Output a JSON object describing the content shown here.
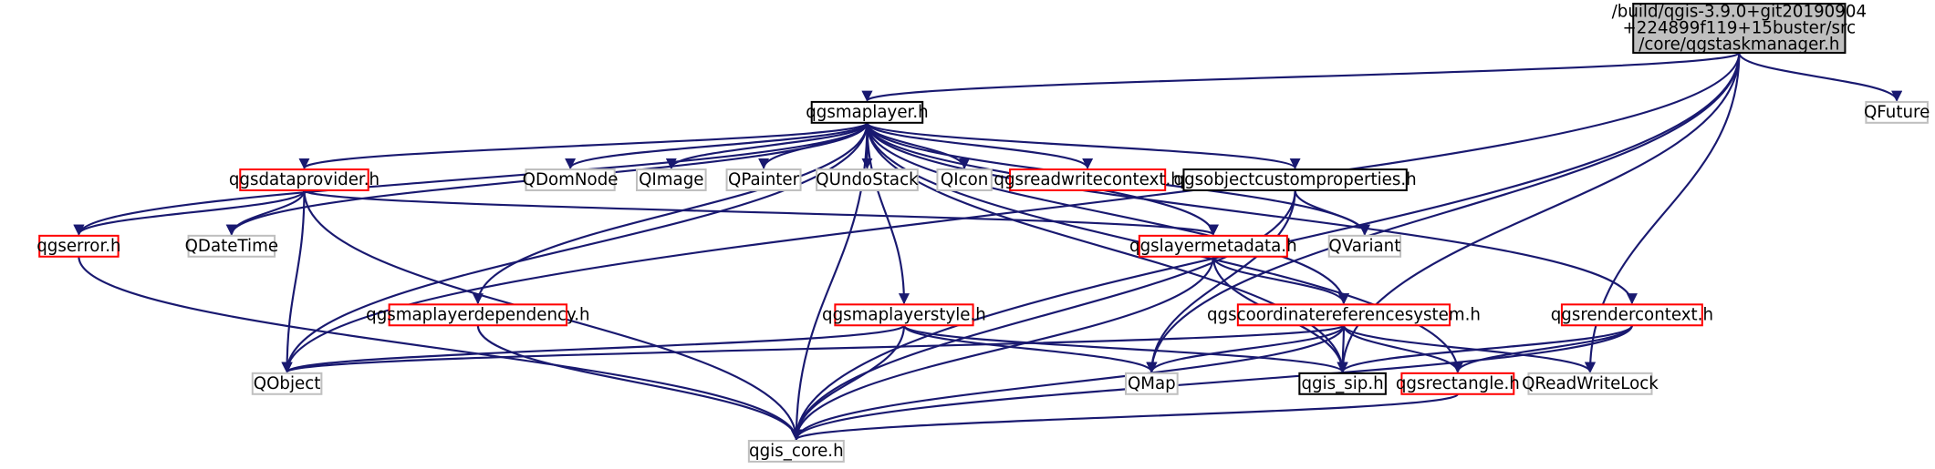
{
  "colors": {
    "edge": "#191970",
    "root_fill": "#bfbfbf",
    "border_focus": "#000000",
    "border_linked": "#ff0000",
    "border_external": "#bfbfbf",
    "text": "#000000"
  },
  "nodes": [
    {
      "id": "root",
      "style": "root",
      "lines": [
        "/build/qgis-3.9.0+git20190904",
        "+224899f119+15buster/src",
        "/core/qgstaskmanager.h"
      ]
    },
    {
      "id": "qgsmaplayer",
      "style": "focus",
      "lines": [
        "qgsmaplayer.h"
      ]
    },
    {
      "id": "qfuture",
      "style": "external",
      "lines": [
        "QFuture"
      ]
    },
    {
      "id": "qgsdataprovider",
      "style": "linked",
      "lines": [
        "qgsdataprovider.h"
      ]
    },
    {
      "id": "qdomnode",
      "style": "external",
      "lines": [
        "QDomNode"
      ]
    },
    {
      "id": "qimage",
      "style": "external",
      "lines": [
        "QImage"
      ]
    },
    {
      "id": "qpainter",
      "style": "external",
      "lines": [
        "QPainter"
      ]
    },
    {
      "id": "qundostack",
      "style": "external",
      "lines": [
        "QUndoStack"
      ]
    },
    {
      "id": "qicon",
      "style": "external",
      "lines": [
        "QIcon"
      ]
    },
    {
      "id": "qgsreadwritecontext",
      "style": "linked",
      "lines": [
        "qgsreadwritecontext.h"
      ]
    },
    {
      "id": "qgsobjectcustomproperties",
      "style": "focus",
      "lines": [
        "qgsobjectcustomproperties.h"
      ]
    },
    {
      "id": "qgserror",
      "style": "linked",
      "lines": [
        "qgserror.h"
      ]
    },
    {
      "id": "qdatetime",
      "style": "external",
      "lines": [
        "QDateTime"
      ]
    },
    {
      "id": "qgslayermetadata",
      "style": "linked",
      "lines": [
        "qgslayermetadata.h"
      ]
    },
    {
      "id": "qvariant",
      "style": "external",
      "lines": [
        "QVariant"
      ]
    },
    {
      "id": "qgsmaplayerdependency",
      "style": "linked",
      "lines": [
        "qgsmaplayerdependency.h"
      ]
    },
    {
      "id": "qgsmaplayerstyle",
      "style": "linked",
      "lines": [
        "qgsmaplayerstyle.h"
      ]
    },
    {
      "id": "qgscoordinatereferencesystem",
      "style": "linked",
      "lines": [
        "qgscoordinatereferencesystem.h"
      ]
    },
    {
      "id": "qgsrendercontext",
      "style": "linked",
      "lines": [
        "qgsrendercontext.h"
      ]
    },
    {
      "id": "qobject",
      "style": "external",
      "lines": [
        "QObject"
      ]
    },
    {
      "id": "qmap",
      "style": "external",
      "lines": [
        "QMap"
      ]
    },
    {
      "id": "qgis_sip",
      "style": "focus",
      "lines": [
        "qgis_sip.h"
      ]
    },
    {
      "id": "qgsrectangle",
      "style": "linked",
      "lines": [
        "qgsrectangle.h"
      ]
    },
    {
      "id": "qreadwritelock",
      "style": "external",
      "lines": [
        "QReadWriteLock"
      ]
    },
    {
      "id": "qgis_core",
      "style": "external",
      "lines": [
        "qgis_core.h"
      ]
    }
  ],
  "edges": [
    [
      "root",
      "qgsmaplayer"
    ],
    [
      "root",
      "qfuture"
    ],
    [
      "root",
      "qobject"
    ],
    [
      "root",
      "qmap"
    ],
    [
      "root",
      "qgis_sip"
    ],
    [
      "root",
      "qreadwritelock"
    ],
    [
      "root",
      "qgis_core"
    ],
    [
      "qgsmaplayer",
      "qgsdataprovider"
    ],
    [
      "qgsmaplayer",
      "qdomnode"
    ],
    [
      "qgsmaplayer",
      "qimage"
    ],
    [
      "qgsmaplayer",
      "qpainter"
    ],
    [
      "qgsmaplayer",
      "qundostack"
    ],
    [
      "qgsmaplayer",
      "qicon"
    ],
    [
      "qgsmaplayer",
      "qgsreadwritecontext"
    ],
    [
      "qgsmaplayer",
      "qgsobjectcustomproperties"
    ],
    [
      "qgsmaplayer",
      "qgserror"
    ],
    [
      "qgsmaplayer",
      "qdatetime"
    ],
    [
      "qgsmaplayer",
      "qobject"
    ],
    [
      "qgsmaplayer",
      "qgsmaplayerdependency"
    ],
    [
      "qgsmaplayer",
      "qgsmaplayerstyle"
    ],
    [
      "qgsmaplayer",
      "qgis_core"
    ],
    [
      "qgsmaplayer",
      "qgslayermetadata"
    ],
    [
      "qgsmaplayer",
      "qvariant"
    ],
    [
      "qgsmaplayer",
      "qgscoordinatereferencesystem"
    ],
    [
      "qgsmaplayer",
      "qgis_sip"
    ],
    [
      "qgsmaplayer",
      "qgsrendercontext"
    ],
    [
      "qgsmaplayer",
      "qgsrectangle"
    ],
    [
      "qgsdataprovider",
      "qgserror"
    ],
    [
      "qgsdataprovider",
      "qdatetime"
    ],
    [
      "qgsdataprovider",
      "qobject"
    ],
    [
      "qgsdataprovider",
      "qgslayermetadata"
    ],
    [
      "qgsdataprovider",
      "qgis_core"
    ],
    [
      "qgsobjectcustomproperties",
      "qvariant"
    ],
    [
      "qgsobjectcustomproperties",
      "qmap"
    ],
    [
      "qgsobjectcustomproperties",
      "qgis_core"
    ],
    [
      "qgserror",
      "qgis_core"
    ],
    [
      "qgslayermetadata",
      "qgscoordinatereferencesystem"
    ],
    [
      "qgslayermetadata",
      "qgis_sip"
    ],
    [
      "qgslayermetadata",
      "qgis_core"
    ],
    [
      "qgsmaplayerdependency",
      "qgis_core"
    ],
    [
      "qgsmaplayerstyle",
      "qobject"
    ],
    [
      "qgsmaplayerstyle",
      "qmap"
    ],
    [
      "qgsmaplayerstyle",
      "qgis_sip"
    ],
    [
      "qgsmaplayerstyle",
      "qgis_core"
    ],
    [
      "qgscoordinatereferencesystem",
      "qobject"
    ],
    [
      "qgscoordinatereferencesystem",
      "qmap"
    ],
    [
      "qgscoordinatereferencesystem",
      "qgis_sip"
    ],
    [
      "qgscoordinatereferencesystem",
      "qgsrectangle"
    ],
    [
      "qgscoordinatereferencesystem",
      "qreadwritelock"
    ],
    [
      "qgscoordinatereferencesystem",
      "qgis_core"
    ],
    [
      "qgsrendercontext",
      "qgis_sip"
    ],
    [
      "qgsrendercontext",
      "qgsrectangle"
    ],
    [
      "qgsrendercontext",
      "qgis_core"
    ],
    [
      "qgsrectangle",
      "qgis_core"
    ]
  ]
}
